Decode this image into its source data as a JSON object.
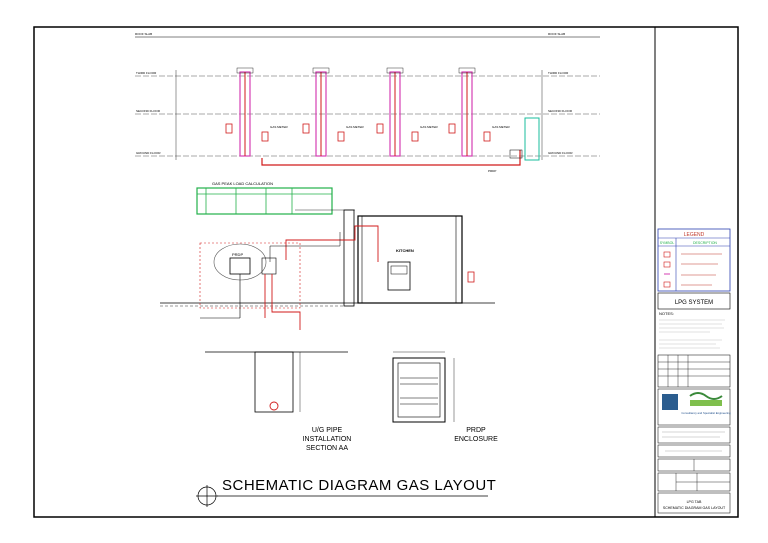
{
  "drawing": {
    "title": "SCHEMATIC DIAGRAM GAS LAYOUT",
    "section_title_lines": [
      "U/G PIPE",
      "INSTALLATION",
      "SECTION AA"
    ],
    "enclosure_title_lines": [
      "PRDP",
      "ENCLOSURE"
    ],
    "room_label": "KITCHEN",
    "prdp_label": "PRDP",
    "load_table_title": "GAS PEAK LOAD CALCULATION"
  },
  "colors": {
    "border": "#000000",
    "gas_pipe": "#d11a1a",
    "riser": "#d63fb3",
    "table_border": "#22b04a",
    "legend_border": "#2a3fb0",
    "legend_text": "#c0392b",
    "water_pipe": "#1abc9c"
  },
  "title_block": {
    "legend_title": "LEGEND",
    "legend_headers": [
      "SYMBOL",
      "DESCRIPTION"
    ],
    "system_title": "LPG SYSTEM",
    "notes_label": "NOTES:",
    "company_lines": [
      "Consultancy and Specialist Engineering"
    ],
    "drawing_title_lines": [
      "LPG TAB",
      "SCHEMATIC DIAGRAM GAS LAYOUT"
    ]
  }
}
